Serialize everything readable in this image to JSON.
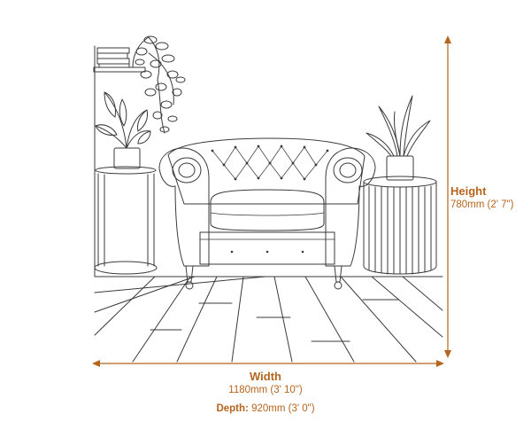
{
  "dimensions": {
    "height": {
      "label": "Height",
      "value": "780mm (2' 7\")"
    },
    "width": {
      "label": "Width",
      "value": "1180mm (3' 10\")"
    },
    "depth": {
      "label": "Depth:",
      "value": "920mm (3' 0\")"
    }
  },
  "colors": {
    "accent": "#b5651d",
    "line": "#3a3a3a"
  }
}
